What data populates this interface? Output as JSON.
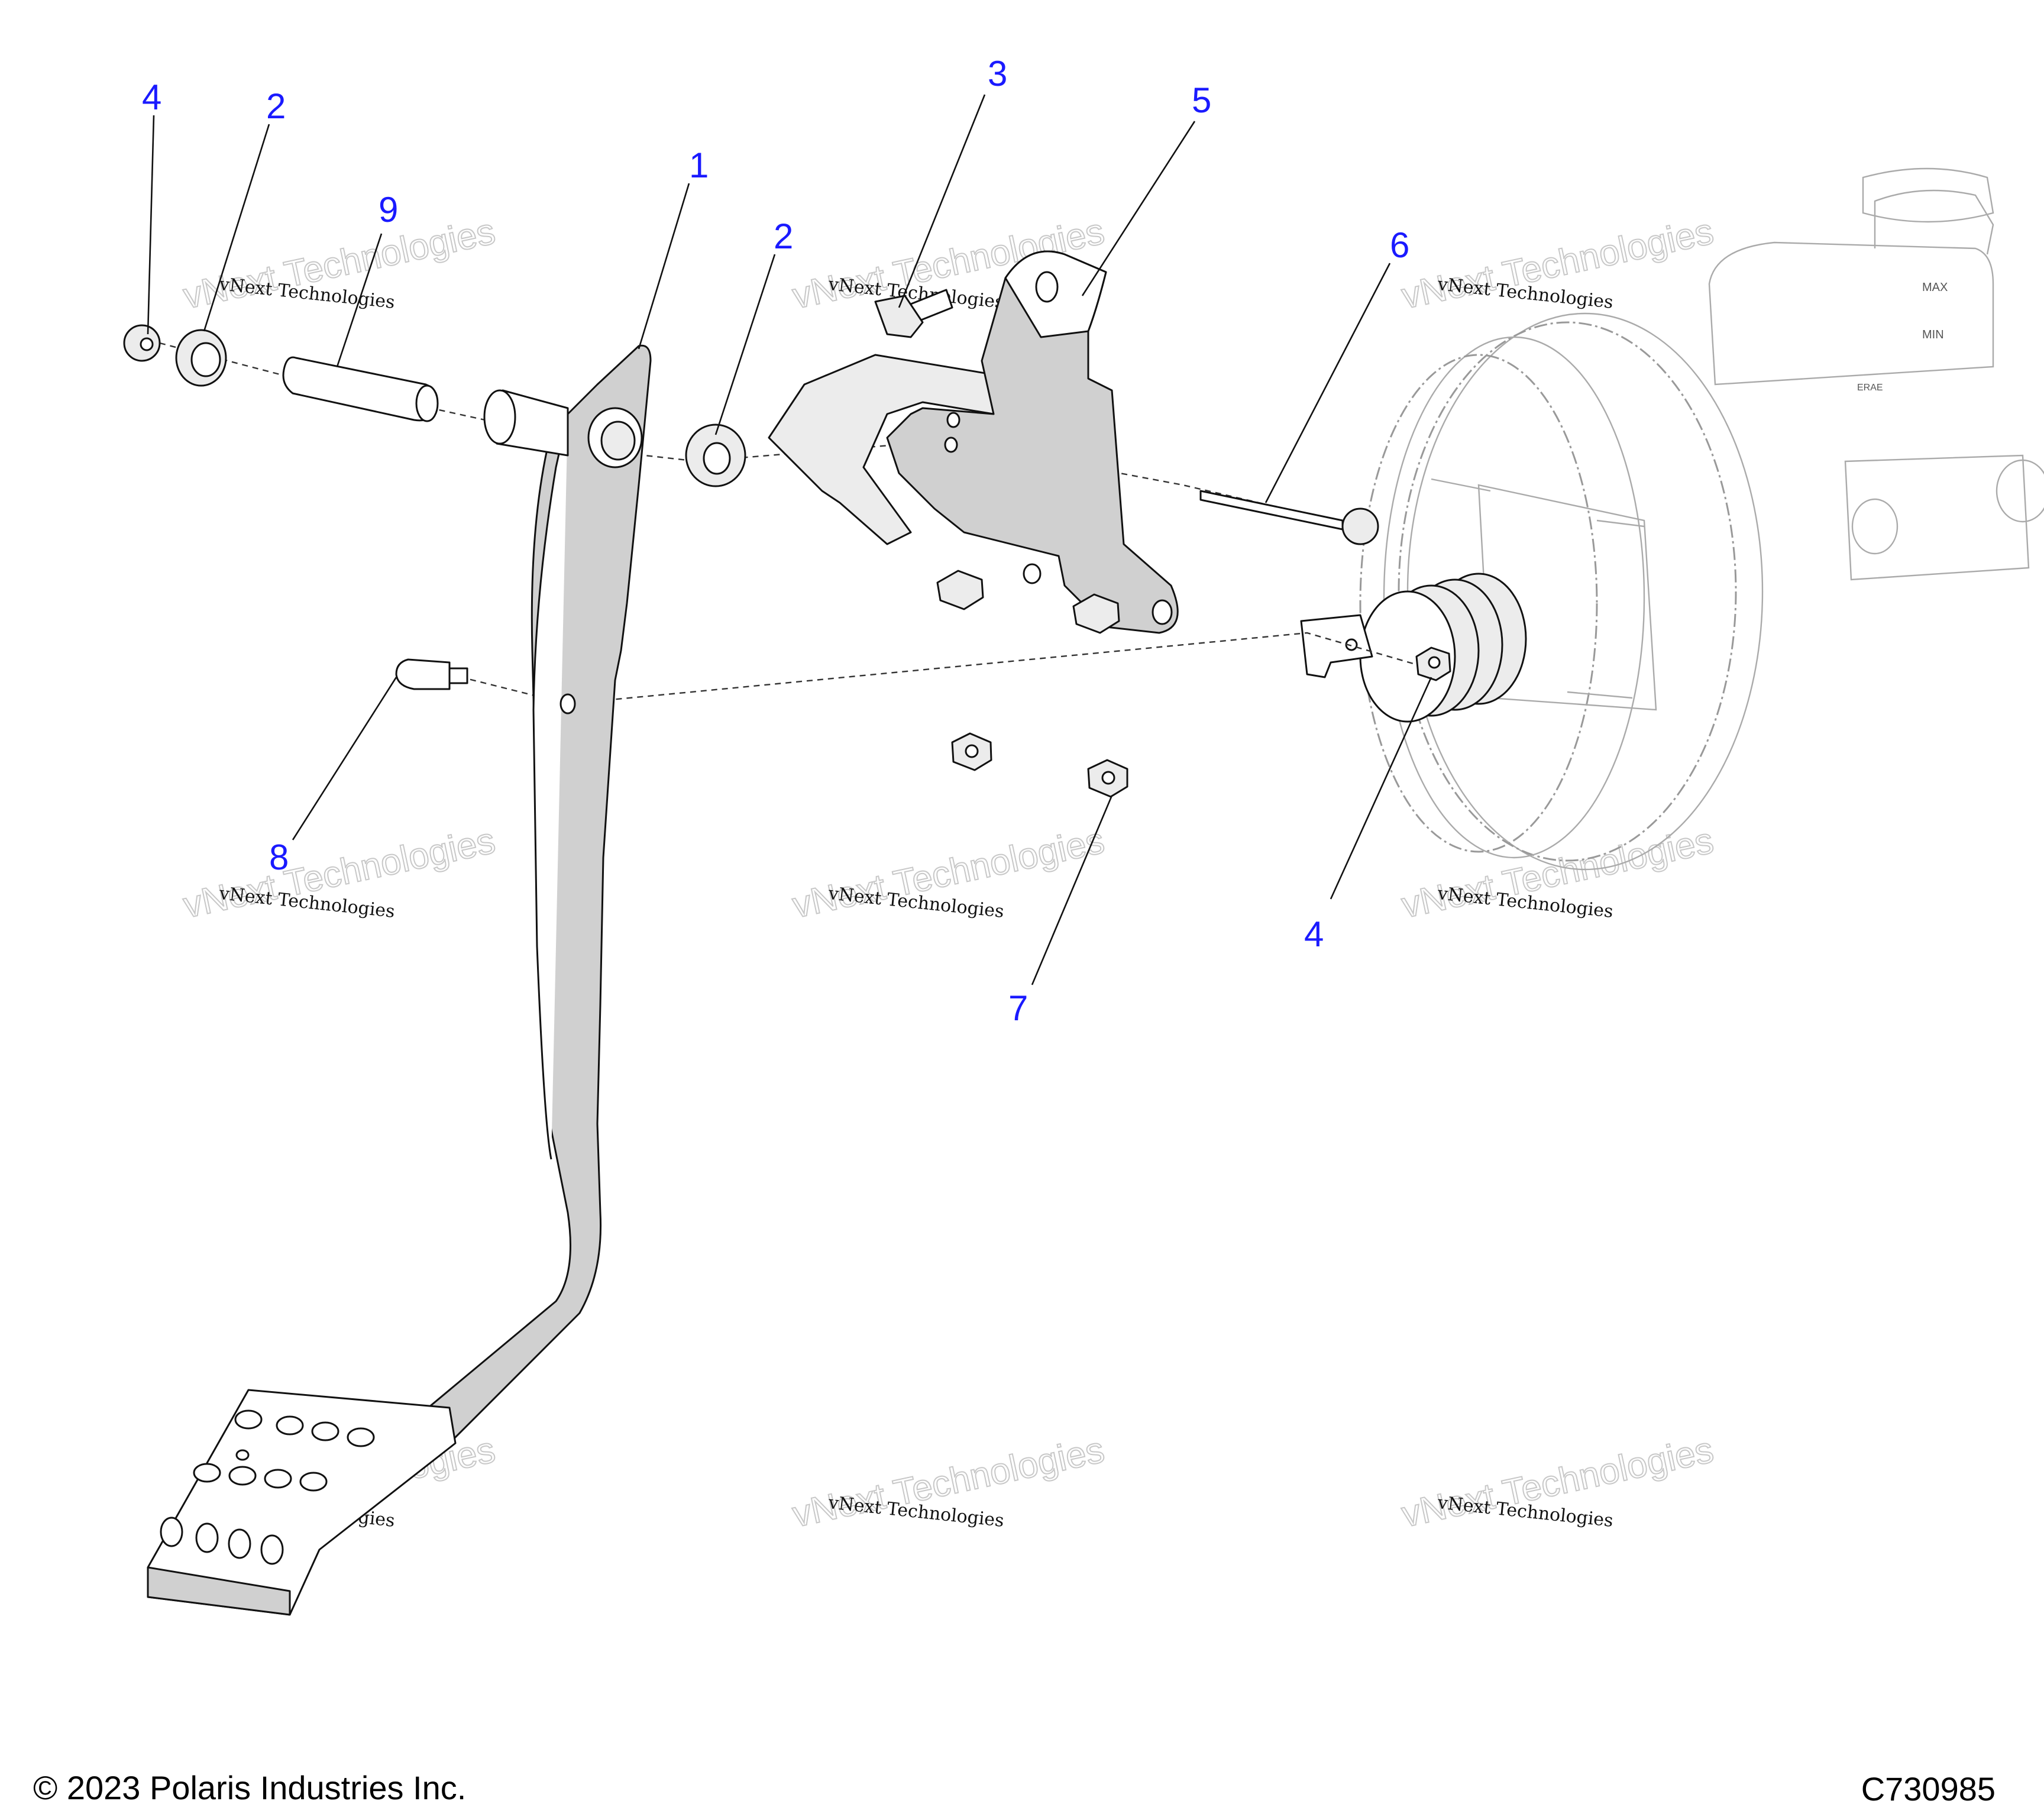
{
  "callouts": {
    "c1": "1",
    "c2a": "2",
    "c2b": "2",
    "c3": "3",
    "c4a": "4",
    "c4b": "4",
    "c5": "5",
    "c6": "6",
    "c7": "7",
    "c8": "8",
    "c9": "9"
  },
  "reservoir": {
    "max_label": "MAX",
    "min_label": "MIN",
    "brand_label": "ERAE"
  },
  "watermark": {
    "line1": "vNext Technologies",
    "line2": "vNext Technologies"
  },
  "footer": {
    "copyright": "© 2023 Polaris Industries Inc.",
    "figure_id": "C730985"
  },
  "colors": {
    "callout": "#1a1aff",
    "part_fill": "#d0d0d0"
  }
}
